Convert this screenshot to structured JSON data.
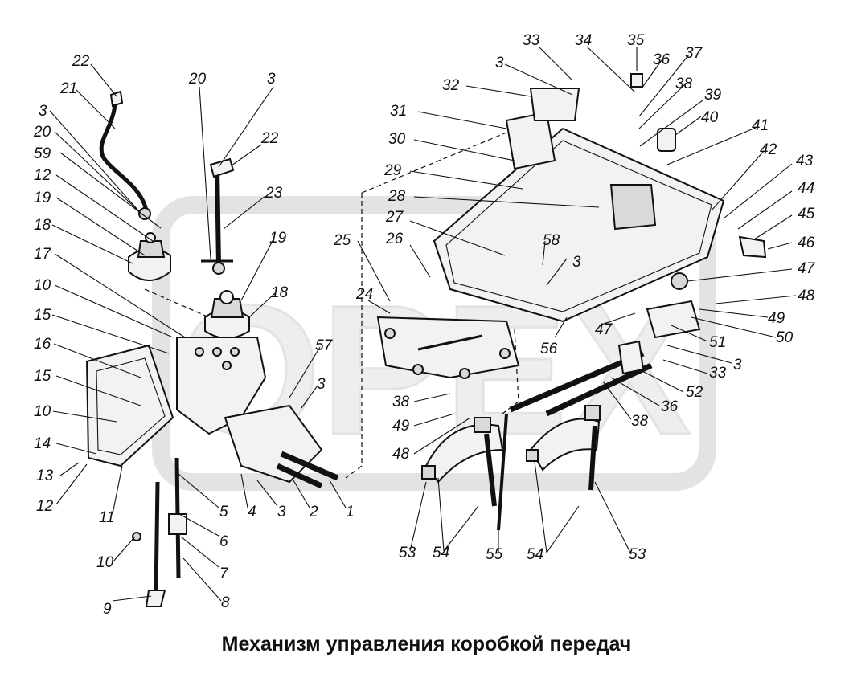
{
  "caption": "Механизм управления коробкой передач",
  "watermark": "ОРЕХ",
  "colors": {
    "ink": "#111111",
    "watermark": "#e3e3e3",
    "background": "#ffffff"
  },
  "labels": {
    "c22a": "22",
    "c21": "21",
    "c3a": "3",
    "c20a": "20",
    "c59": "59",
    "c12a": "12",
    "c19a": "19",
    "c18a": "18",
    "c17": "17",
    "c10a": "10",
    "c15a": "15",
    "c16": "16",
    "c15b": "15",
    "c10b": "10",
    "c14": "14",
    "c13": "13",
    "c12b": "12",
    "c11": "11",
    "c10c": "10",
    "c9": "9",
    "c8": "8",
    "c7": "7",
    "c6": "6",
    "c5": "5",
    "c4": "4",
    "c3b": "3",
    "c2": "2",
    "c1": "1",
    "c20b": "20",
    "c3c": "3",
    "c22b": "22",
    "c23": "23",
    "c19b": "19",
    "c18b": "18",
    "c57": "57",
    "c3d": "3",
    "c33a": "33",
    "c34": "34",
    "c35": "35",
    "c36a": "36",
    "c37": "37",
    "c38a": "38",
    "c39": "39",
    "c40": "40",
    "c3e": "3",
    "c32": "32",
    "c31": "31",
    "c30": "30",
    "c29": "29",
    "c28": "28",
    "c27": "27",
    "c26": "26",
    "c25": "25",
    "c58": "58",
    "c3f": "3",
    "c24": "24",
    "c41": "41",
    "c42": "42",
    "c43": "43",
    "c44": "44",
    "c45": "45",
    "c46": "46",
    "c47a": "47",
    "c48a": "48",
    "c49a": "49",
    "c50": "50",
    "c51": "51",
    "c47b": "47",
    "c56": "56",
    "c3g": "3",
    "c33b": "33",
    "c52": "52",
    "c36b": "36",
    "c38b": "38",
    "c38c": "38",
    "c49b": "49",
    "c48b": "48",
    "c53a": "53",
    "c54a": "54",
    "c55": "55",
    "c54b": "54",
    "c53b": "53"
  }
}
